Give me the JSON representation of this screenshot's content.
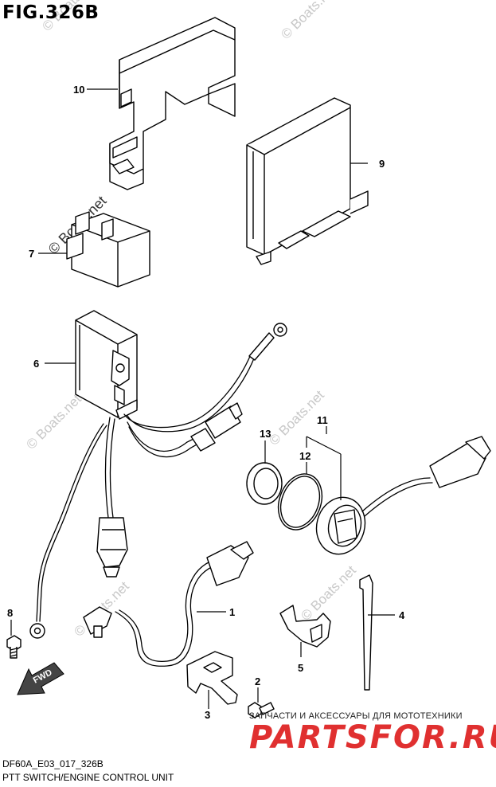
{
  "figure": {
    "title": "FIG.326B",
    "code": "DF60A_E03_017_326B",
    "caption": "PTT SWITCH/ENGINE CONTROL UNIT"
  },
  "callouts": [
    "1",
    "2",
    "3",
    "4",
    "5",
    "6",
    "7",
    "8",
    "9",
    "10",
    "11",
    "12",
    "13"
  ],
  "fwd_label": "FWD",
  "watermark": "© Boats.net",
  "shop": {
    "tagline": "ЗАПЧАСТИ И АКСЕССУАРЫ ДЛЯ МОТОТЕХНИКИ",
    "logo": "PARTSFOR.RU",
    "logo_color": "#e03030"
  }
}
